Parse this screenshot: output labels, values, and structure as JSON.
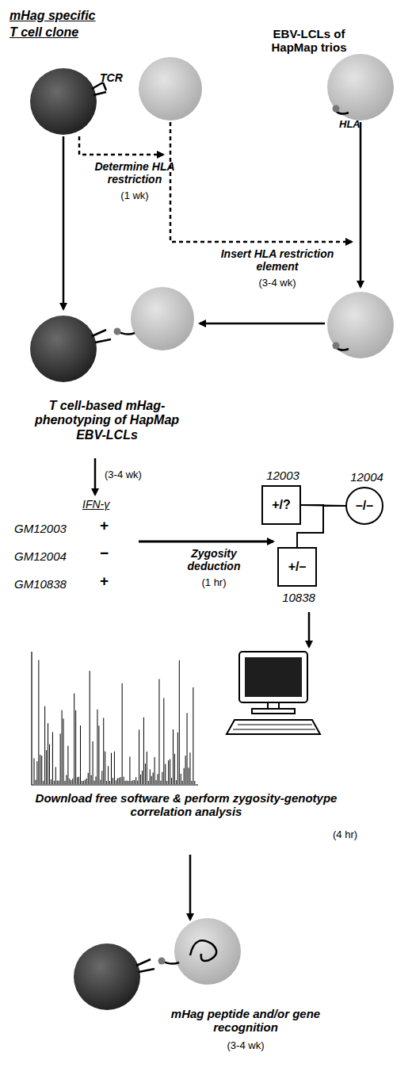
{
  "diagram": {
    "title": "mHag specific T cell clone",
    "nodes": [
      {
        "text": [
          "12003",
          "+/?"
        ]
      },
      {
        "text": [
          "12004",
          "–/–"
        ]
      },
      {
        "text": [
          "+/–",
          "10838"
        ]
      }
    ],
    "edges": [
      {
        "from": 0,
        "to": 1,
        "arrow": "none"
      },
      {
        "from": 0,
        "to": 2,
        "arrow": "none"
      },
      {
        "from": 1,
        "to": 2,
        "arrow": "none"
      }
    ],
    "labels": [
      "TCR",
      "EBV-LCLs of HapMap trios",
      "HLA",
      "Determine HLA restriction",
      "(1 wk)",
      "Insert HLA restriction element",
      "(3-4 wk)",
      "T cell-based mHag-phenotyping of HapMap EBV-LCLs",
      "(3-4 wk)",
      "IFN-γ",
      "GM12003",
      "+",
      "GM12004",
      "−",
      "GM10838",
      "+",
      "Zygosity deduction",
      "(1 hr)",
      "Download free software & perform zygosity-genotype correlation analysis",
      "(4 hr)",
      "mHag peptide and/or gene recognition",
      "(3-4 wk)"
    ]
  }
}
